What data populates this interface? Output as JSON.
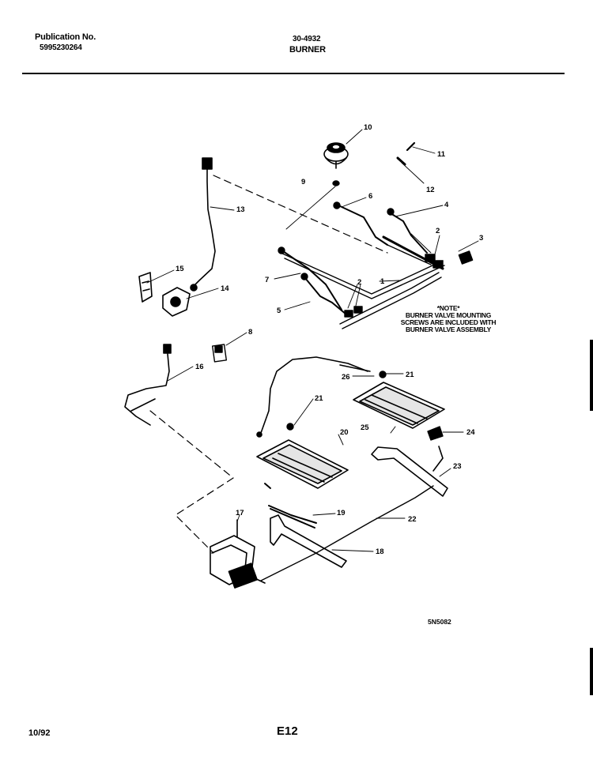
{
  "header": {
    "publication_label": "Publication No.",
    "publication_number": "5995230264",
    "model": "30-4932",
    "section": "BURNER"
  },
  "note": {
    "title": "*NOTE*",
    "lines": [
      "BURNER VALVE MOUNTING",
      "SCREWS ARE INCLUDED WITH",
      "BURNER VALVE ASSEMBLY"
    ]
  },
  "drawing_id": "5N5082",
  "footer": {
    "date": "10/92",
    "page": "E12"
  },
  "callouts": {
    "c1": "1",
    "c2a": "2",
    "c2b": "2",
    "c3": "3",
    "c4": "4",
    "c5": "5",
    "c6": "6",
    "c7": "7",
    "c8": "8",
    "c9": "9",
    "c10": "10",
    "c11": "11",
    "c12": "12",
    "c13": "13",
    "c14": "14",
    "c15": "15",
    "c16": "16",
    "c17": "17",
    "c18": "18",
    "c19": "19",
    "c20": "20",
    "c21a": "21",
    "c21b": "21",
    "c22": "22",
    "c23": "23",
    "c24": "24",
    "c25": "25",
    "c26": "26"
  }
}
